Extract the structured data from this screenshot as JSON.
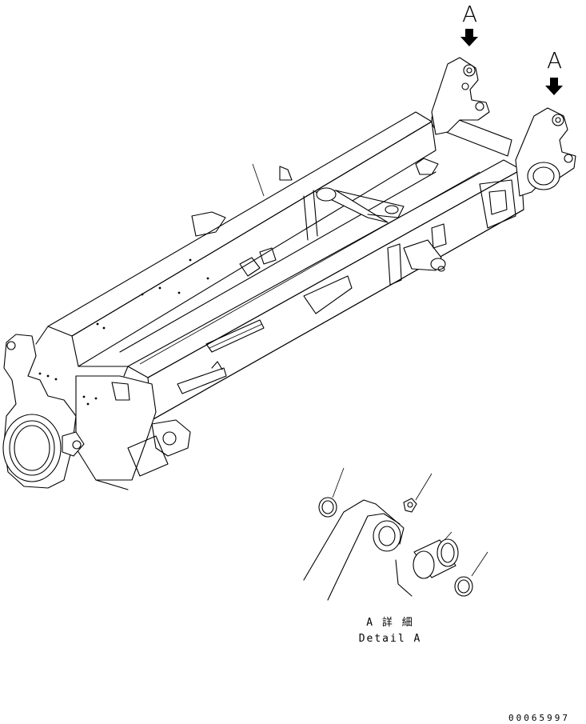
{
  "labels": {
    "ref_a_left": "A",
    "ref_a_right": "A",
    "detail_title_jp": "A 詳 細",
    "detail_title_en": "Detail A",
    "drawing_code": "00065997"
  },
  "colors": {
    "line": "#000000",
    "paper": "#ffffff"
  }
}
